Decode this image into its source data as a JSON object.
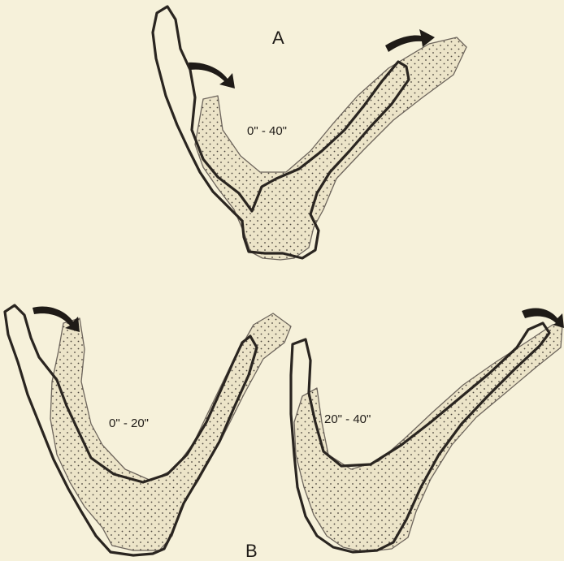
{
  "panel_a": {
    "label": "A",
    "interval": "0\" - 40\""
  },
  "panel_b": {
    "label": "B",
    "interval_left": "0\" - 20\"",
    "interval_right": "20\" - 40\""
  },
  "colors": {
    "background": "#f6f1da",
    "outline": "#2a2520",
    "stipple": "#6d655c"
  }
}
